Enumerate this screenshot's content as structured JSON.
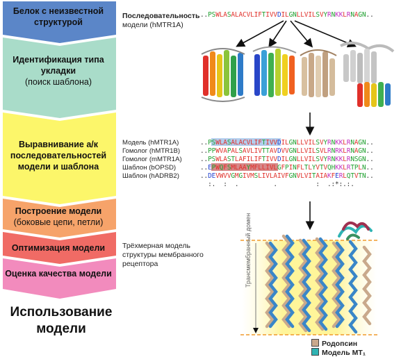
{
  "steps": [
    {
      "title": "Белок с неизвестной структурой",
      "subtitle": "",
      "color": "#5b86c8"
    },
    {
      "title": "Идентификация типа укладки",
      "subtitle": "(поиск шаблона)",
      "color": "#a9dcc9"
    },
    {
      "title": "Выравнивание а/к последовательностей модели и шаблона",
      "subtitle": "",
      "color": "#fcf66a"
    },
    {
      "title": "Построение модели",
      "subtitle": "(боковые цепи, петли)",
      "color": "#f6a36a"
    },
    {
      "title": "Оптимизация модели",
      "subtitle": "",
      "color": "#f06b65"
    },
    {
      "title": "Оценка качества модели",
      "subtitle": "",
      "color": "#f28bbd"
    }
  ],
  "final_step": "Использование модели",
  "sequence_caption": {
    "line1": "Последовательность",
    "line2": "модели (hMTR1A)"
  },
  "top_sequence": "..PSWLASALACVLIFTIVVDILGNLLVILSVYRNKKLRNAGN..",
  "alignment": {
    "rows": [
      {
        "label": "Модель (hMTR1A)",
        "seq": "..PSWLASALACVLIFTIVVDILGNLLVILSVYRNKKLRNAGN.."
      },
      {
        "label": "Гомолог (hMTR1B)",
        "seq": "..PPWVAPALSAVLIVTTAVDVVGNLLVILSVLRNRKLRNAGN.."
      },
      {
        "label": "Гомолог (mMTR1A)",
        "seq": "..PSWLASTLAFILIFTIVVDILGNLLVILSVYRNKKLRNSGN.."
      },
      {
        "label": "Шаблон (bOPSD)",
        "seq": "..EPWQFSMLAAYMFLLIVLGFPINFLTLYVTVQHKKLRTPLN.."
      },
      {
        "label": "Шаблон (hADRB2)",
        "seq": "..DEVWVVGMGIVMSLIVLAIVFGNVLVITAIAKFERLQTVTN.."
      }
    ],
    "consensus": "  :.  :  .         .          :  .:*:.:.  "
  },
  "model_caption": "Трёхмерная модель структуры мембранного рецептора",
  "tm_label": "Трансмембранный домен",
  "legend": [
    {
      "label": "Родопсин",
      "color": "#c9a98c"
    },
    {
      "label": "Модель MT₁",
      "color": "#2fb3b3"
    }
  ]
}
